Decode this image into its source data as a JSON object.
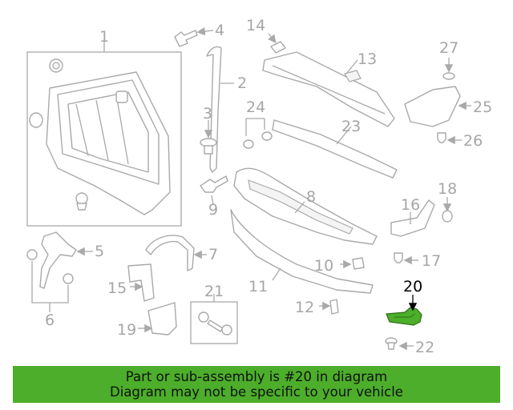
{
  "diagram": {
    "callouts": [
      "1",
      "2",
      "3",
      "4",
      "5",
      "6",
      "7",
      "8",
      "9",
      "10",
      "11",
      "12",
      "13",
      "14",
      "15",
      "16",
      "17",
      "18",
      "19",
      "20",
      "21",
      "22",
      "23",
      "24",
      "25",
      "26",
      "27"
    ],
    "highlighted_part": "20",
    "highlight_color": "#4cae2a",
    "line_color": "#a9a9a9"
  },
  "banner": {
    "line1": "Part or sub-assembly is #20 in diagram",
    "line2": "Diagram may not be specific to your vehicle",
    "background": "#4cae2a"
  }
}
